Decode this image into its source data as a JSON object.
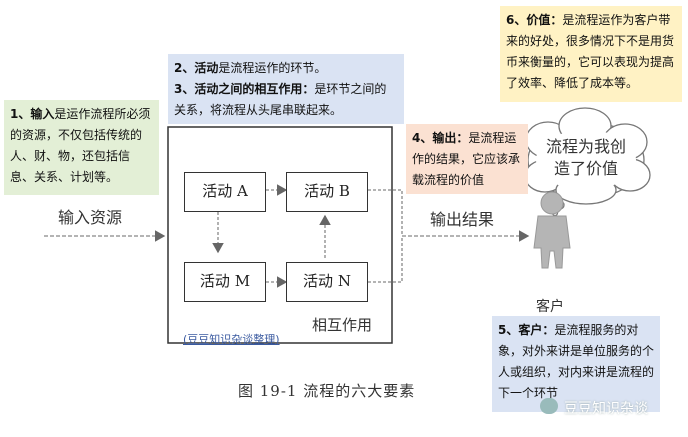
{
  "notes": {
    "input": {
      "title": "1、输入",
      "text": "是运作流程所必须的资源，不仅包括传统的人、财、物，还包括信息、关系、计划等。"
    },
    "activity": {
      "line1_title": "2、活动",
      "line1_text": "是流程运作的环节。",
      "line2_title": "3、活动之间的相互作用：",
      "line2_text": "是环节之间的关系，将流程从头尾串联起来。"
    },
    "output": {
      "title": "4、输出：",
      "text": "是流程运作的结果，它应该承载流程的价值"
    },
    "value": {
      "title": "6、价值：",
      "text": "是流程运作为客户带来的好处，很多情况下不是用货币来衡量的，它可以表现为提高了效率、降低了成本等。"
    },
    "customer": {
      "title": "5、客户：",
      "text": "是流程服务的对象，对外来讲是单位服务的个人或组织，对内来讲是流程的下一个环节"
    }
  },
  "diagram": {
    "input_label": "输入资源",
    "output_label": "输出结果",
    "activities": {
      "a": "活动 A",
      "b": "活动 B",
      "m": "活动 M",
      "n": "活动 N"
    },
    "interaction_label": "相互作用",
    "cloud_text": "流程为我创造了价值",
    "customer_label": "客户",
    "caption": "图 19-1   流程的六大要素",
    "watermark": "(豆豆知识杂谈整理)",
    "brand": "豆豆知识杂谈"
  },
  "colors": {
    "green": "#e3efd6",
    "blue": "#dae3f3",
    "peach": "#fbe1d2",
    "yellow": "#fff2c4"
  },
  "icons": [
    "person-icon",
    "thought-cloud-icon",
    "arrow-right-icon",
    "wechat-icon"
  ]
}
